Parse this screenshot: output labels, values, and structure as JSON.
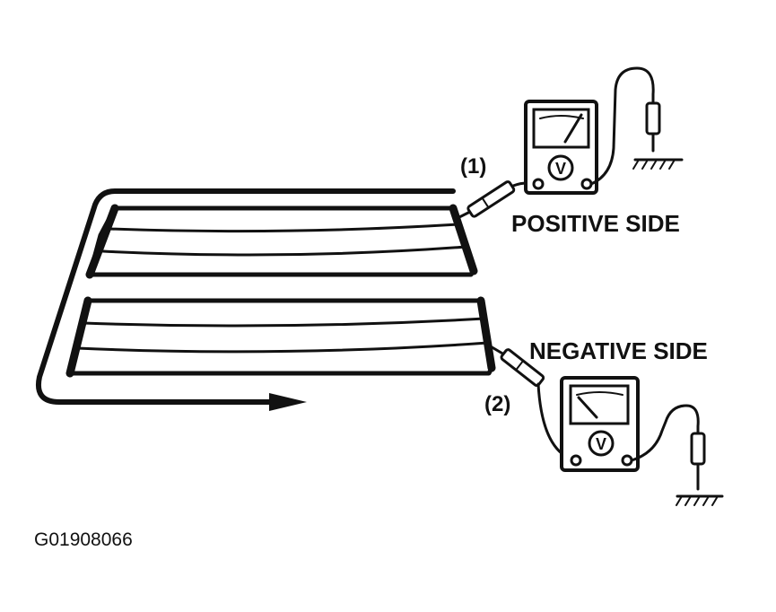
{
  "labels": {
    "probe_1": "(1)",
    "probe_2": "(2)",
    "positive_side": "POSITIVE SIDE",
    "negative_side": "NEGATIVE SIDE",
    "figure_code": "G01908066"
  },
  "meter_symbol": "V",
  "icons": [
    "voltmeter-icon",
    "test-probe-icon",
    "ground-symbol-icon",
    "arrow-icon"
  ],
  "colors": {
    "line": "#111111",
    "background": "#ffffff"
  }
}
